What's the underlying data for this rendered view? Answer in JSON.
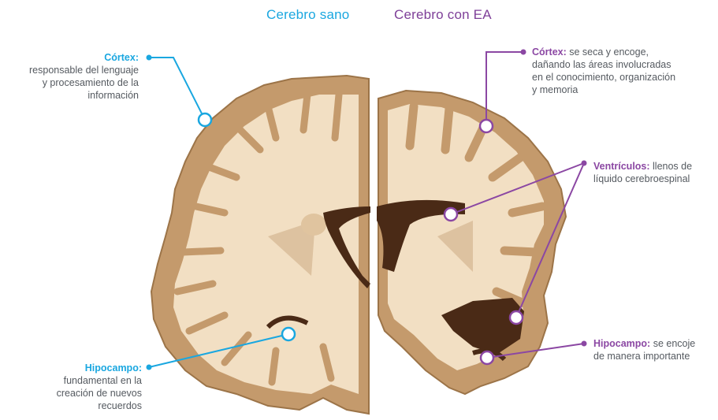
{
  "titles": {
    "healthy": "Cerebro sano",
    "ea": "Cerebro con EA"
  },
  "labels": {
    "cortex_healthy": {
      "term": "Córtex:",
      "lines": [
        "responsable del lenguaje",
        "y procesamiento de la",
        "información"
      ]
    },
    "hipocampo_healthy": {
      "term": "Hipocampo:",
      "lines": [
        "fundamental en la",
        "creación de nuevos",
        "recuerdos"
      ]
    },
    "cortex_ea": {
      "term": "Córtex:",
      "first": " se seca y encoge,",
      "lines": [
        "dañando las áreas involucradas",
        "en el conocimiento, organización",
        "y memoria"
      ]
    },
    "ventriculos_ea": {
      "term": "Ventrículos:",
      "first": " llenos de",
      "lines": [
        "líquido cerebroespinal"
      ]
    },
    "hipocampo_ea": {
      "term": "Hipocampo:",
      "first": " se encoje",
      "lines": [
        "de manera importante"
      ]
    }
  },
  "colors": {
    "healthy": "#1aa7e0",
    "ea": "#8b47a3",
    "cortex": "#c49a6c",
    "white_matter": "#f2dfc3",
    "ventricle": "#4a2a16"
  }
}
